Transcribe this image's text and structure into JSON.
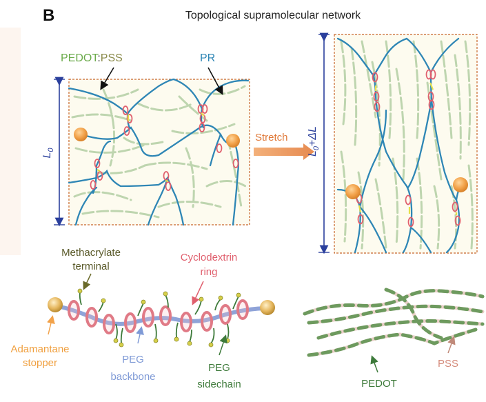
{
  "panel_label": "B",
  "title": "Topological supramolecular network",
  "labels": {
    "pedot": "PEDOT",
    "colon": ":",
    "pss_top": "PSS",
    "pr": "PR",
    "l0_letter": "L",
    "l0_sub": "0",
    "stretch": "Stretch",
    "l0_plus": "+",
    "delta_l": "ΔL",
    "methacrylate": [
      "Methacrylate",
      "terminal"
    ],
    "cyclodextrin": [
      "Cyclodextrin",
      "ring"
    ],
    "adamantane": [
      "Adamantane",
      "stopper"
    ],
    "peg_backbone": [
      "PEG",
      "backbone"
    ],
    "peg_sidechain": [
      "PEG",
      "sidechain"
    ],
    "pedot_bottom": "PEDOT",
    "pss_bottom": "PSS"
  },
  "colors": {
    "pedot_green": "#6aaa4a",
    "pss_olive": "#8a8a4a",
    "pr_blue": "#2e86b5",
    "bracket_blue": "#2a3f9c",
    "stretch_orange": "#e07a3a",
    "ring_red": "#e0606e",
    "stopper_orange": "#f2a24a",
    "terminal_olive": "#6a6a2a",
    "peg_blue": "#7f9ad6",
    "sidechain_green": "#3d7a3a",
    "box_border": "#c8662a",
    "box_fill": "#fdfbef"
  }
}
